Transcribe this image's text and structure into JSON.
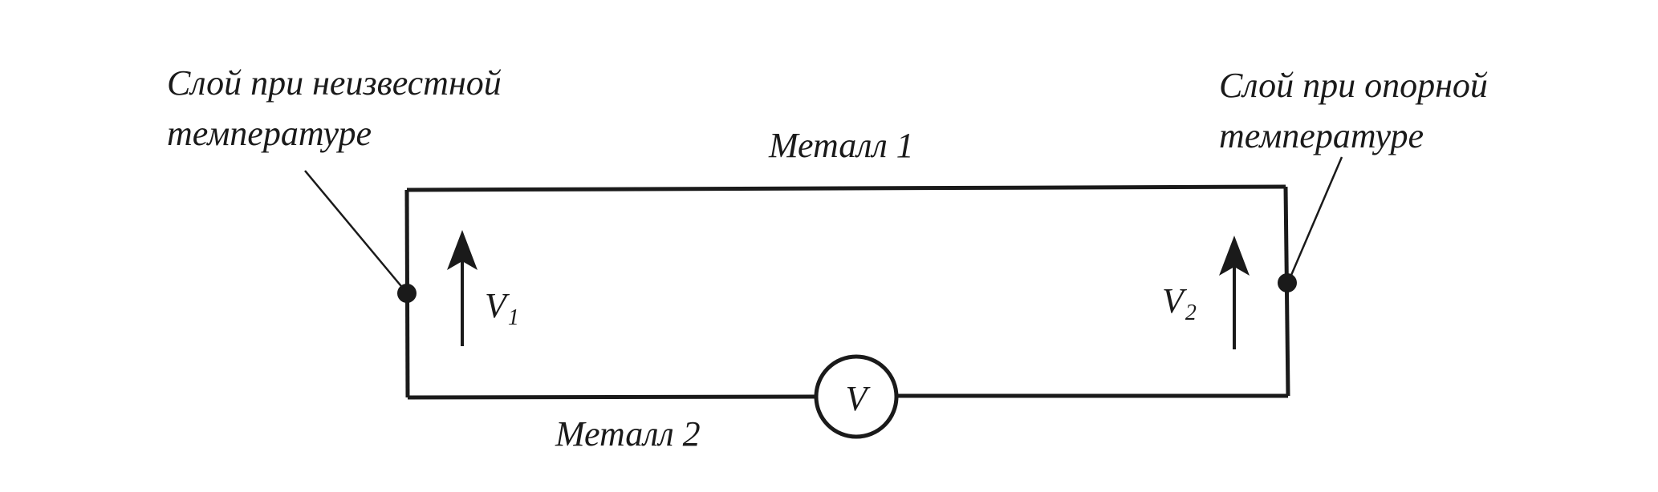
{
  "labels": {
    "junction_left_line1": "Слой при неизвестной",
    "junction_left_line2": "температуре",
    "junction_right_line1": "Слой при опорной",
    "junction_right_line2": "температуре",
    "metal_1": "Металл 1",
    "metal_2": "Металл 2",
    "voltage_1_letter": "V",
    "voltage_1_sub": "1",
    "voltage_2_letter": "V",
    "voltage_2_sub": "2",
    "voltmeter": "V"
  },
  "colors": {
    "ink": "#1a1a1a",
    "background": "#ffffff"
  }
}
